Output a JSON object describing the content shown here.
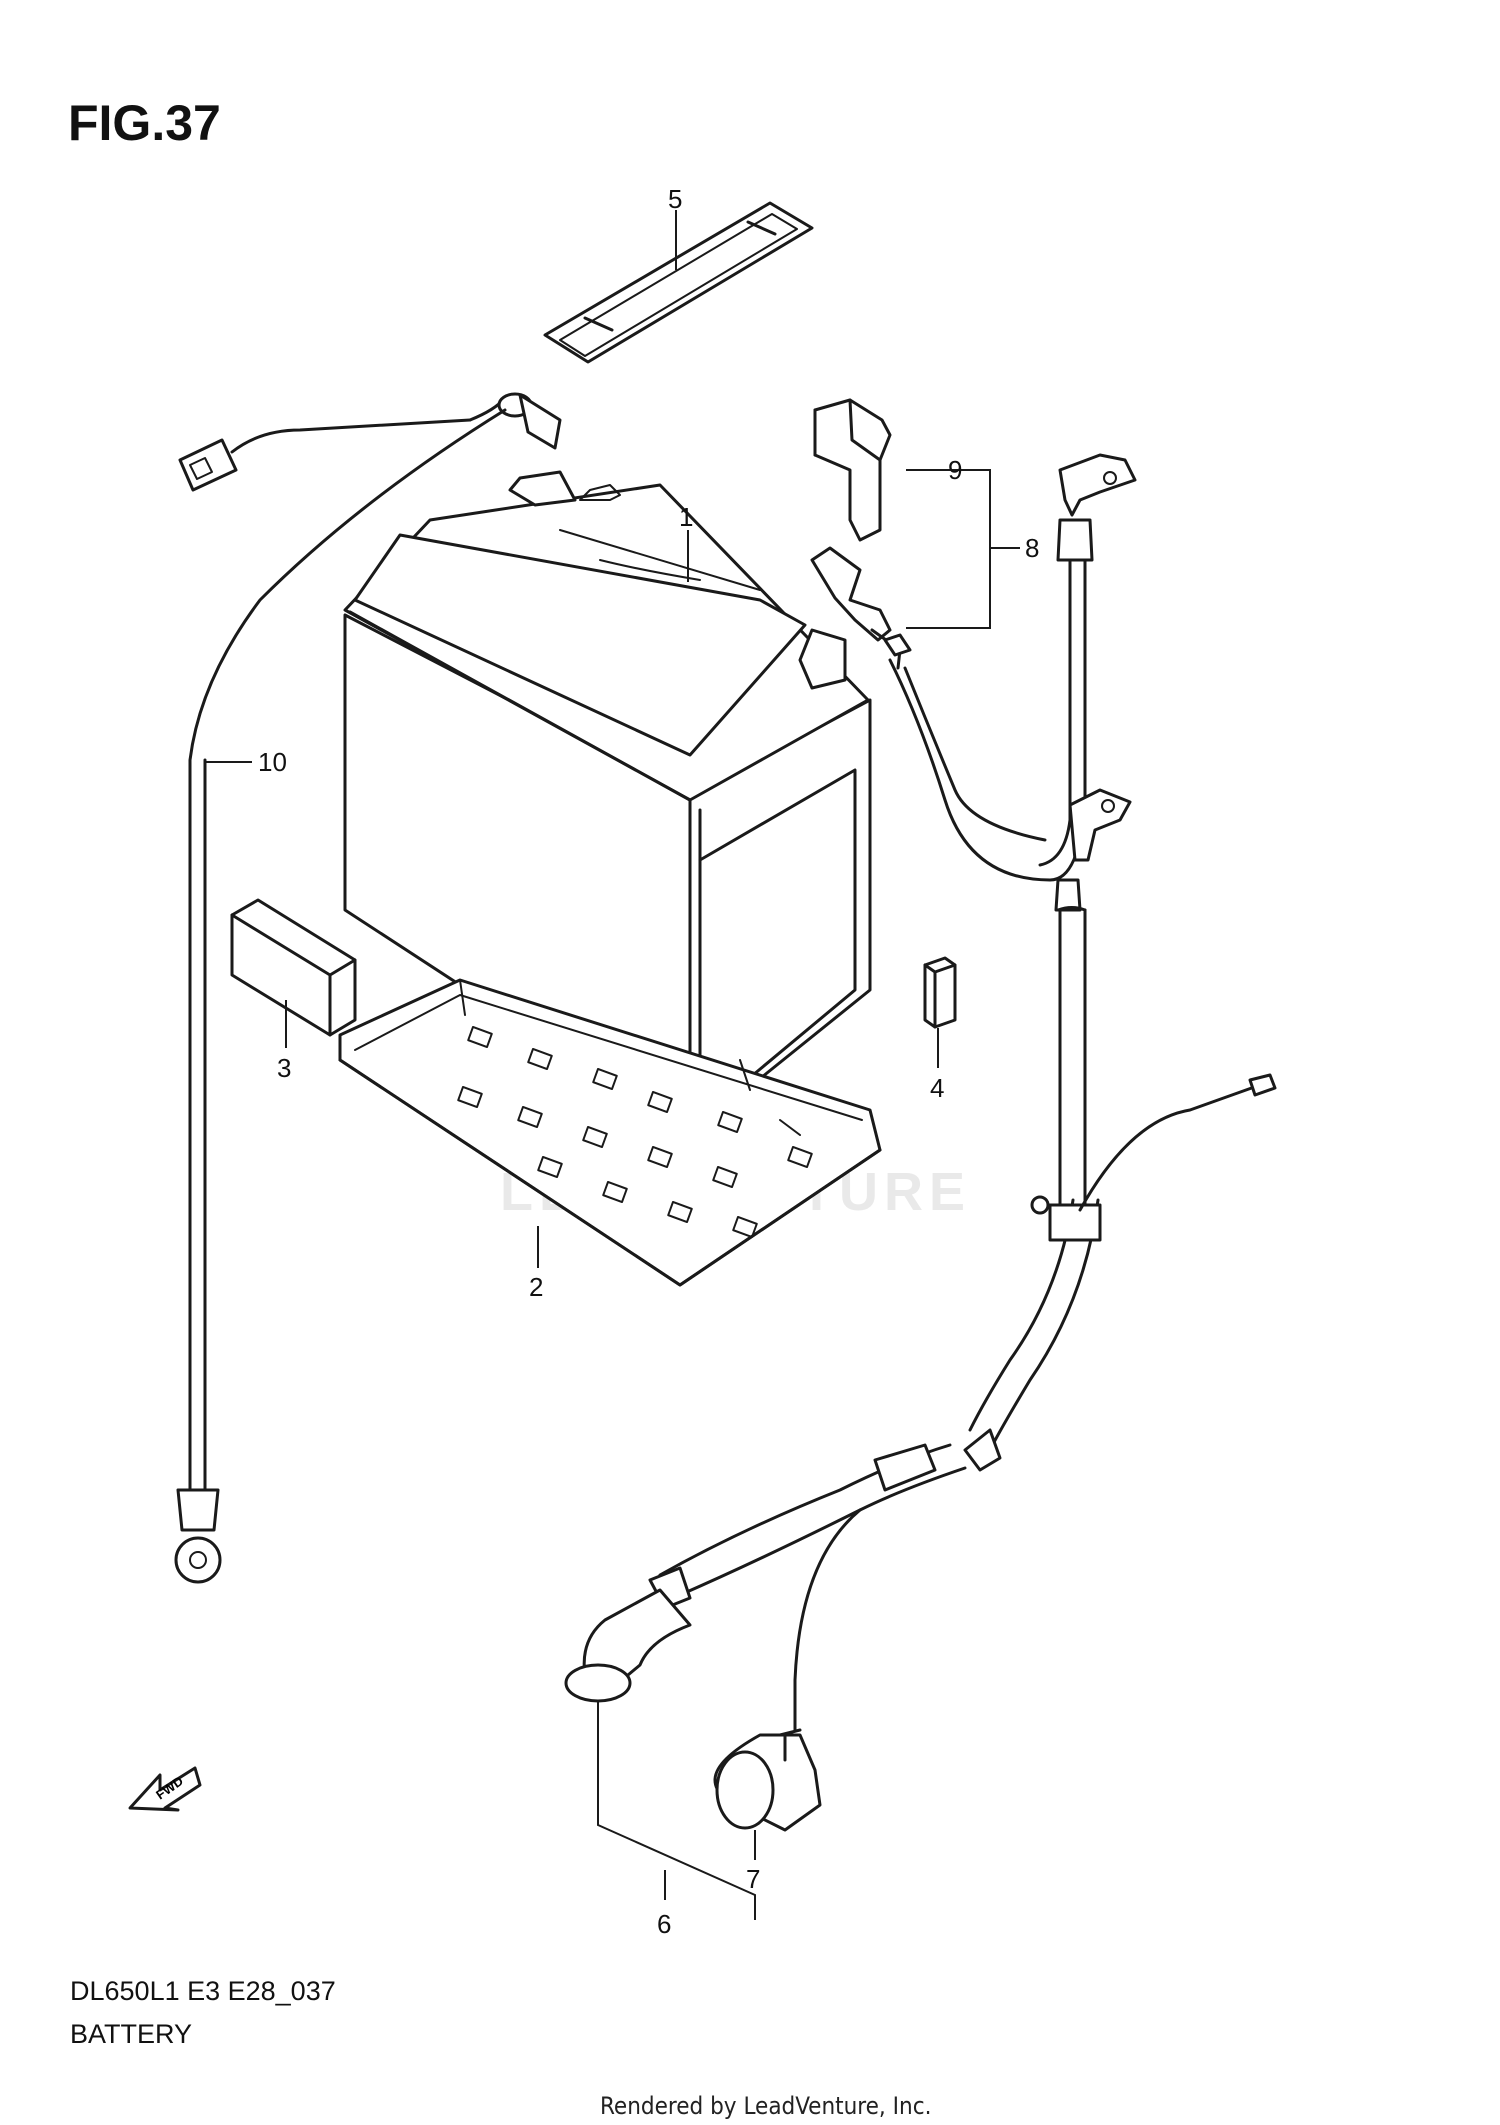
{
  "figure": {
    "title": "FIG.37",
    "code": "DL650L1 E3 E28_037",
    "name": "BATTERY"
  },
  "footer": {
    "rendered_by": "Rendered by LeadVenture, Inc."
  },
  "watermark": {
    "text": "LEADVENTURE"
  },
  "fwd_label": "FWD",
  "callouts": {
    "c1": "1",
    "c2": "2",
    "c3": "3",
    "c4": "4",
    "c5": "5",
    "c6": "6",
    "c7": "7",
    "c8": "8",
    "c9": "9",
    "c10": "10"
  },
  "colors": {
    "ink": "#1a1a1a",
    "background": "#ffffff",
    "watermark": "#cfcfcf"
  }
}
